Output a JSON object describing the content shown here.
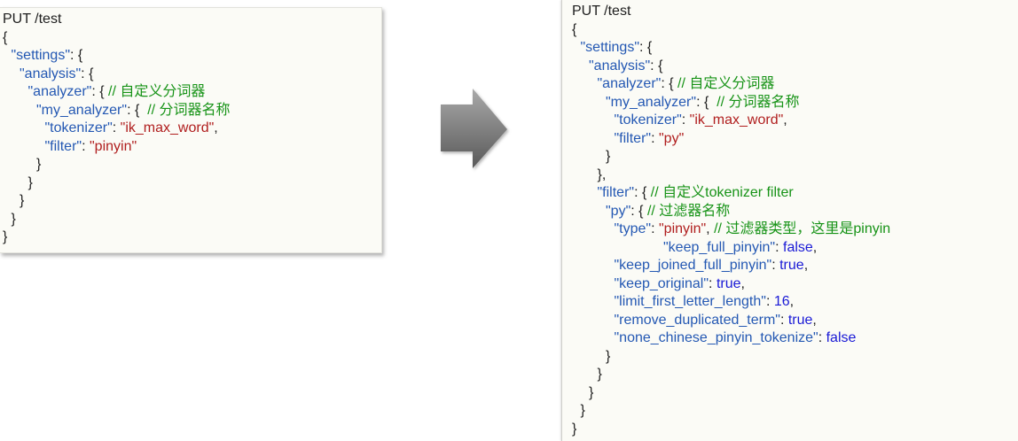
{
  "colors": {
    "text": "#1e1e1e",
    "key": "#2458b3",
    "string": "#b01e1e",
    "comment": "#179317",
    "literal": "#1a1ad6",
    "panel_background": "#fbfbf6",
    "arrow_top": "#a9a9a9",
    "arrow_bottom": "#595959"
  },
  "arrow": {
    "icon": "right-arrow-icon"
  },
  "original": {
    "lines": [
      [
        "PUT /test"
      ],
      [
        "{"
      ],
      [
        "\"settings\"",
        ": {"
      ],
      [
        "\"analysis\"",
        ": {"
      ],
      [
        "\"analyzer\"",
        ": { ",
        "// 自定义分词器"
      ],
      [
        "\"my_analyzer\"",
        ": {  ",
        "// 分词器名称"
      ],
      [
        "\"tokenizer\"",
        ": ",
        "\"ik_max_word\"",
        ","
      ],
      [
        "\"filter\"",
        ": ",
        "\"pinyin\""
      ],
      [
        "}"
      ],
      [
        "}"
      ],
      [
        "}"
      ],
      [
        "}"
      ],
      [
        "}"
      ]
    ]
  },
  "modified": {
    "lines": [
      [
        "PUT /test"
      ],
      [
        "{"
      ],
      [
        "\"settings\"",
        ": {"
      ],
      [
        "\"analysis\"",
        ": {"
      ],
      [
        "\"analyzer\"",
        ": { ",
        "// 自定义分词器"
      ],
      [
        "\"my_analyzer\"",
        ": {  ",
        "// 分词器名称"
      ],
      [
        "\"tokenizer\"",
        ": ",
        "\"ik_max_word\"",
        ","
      ],
      [
        "\"filter\"",
        ": ",
        "\"py\""
      ],
      [
        "}"
      ],
      [
        "},"
      ],
      [
        "\"filter\"",
        ": { ",
        "// 自定义tokenizer filter"
      ],
      [
        "\"py\"",
        ": { ",
        "// 过滤器名称"
      ],
      [
        "\"type\"",
        ": ",
        "\"pinyin\"",
        ", ",
        "// 过滤器类型，这里是pinyin"
      ],
      [
        "\"keep_full_pinyin\"",
        ": ",
        "false",
        ","
      ],
      [
        "\"keep_joined_full_pinyin\"",
        ": ",
        "true",
        ","
      ],
      [
        "\"keep_original\"",
        ": ",
        "true",
        ","
      ],
      [
        "\"limit_first_letter_length\"",
        ": ",
        "16",
        ","
      ],
      [
        "\"remove_duplicated_term\"",
        ": ",
        "true",
        ","
      ],
      [
        "\"none_chinese_pinyin_tokenize\"",
        ": ",
        "false"
      ],
      [
        "}"
      ],
      [
        "}"
      ],
      [
        "}"
      ],
      [
        "}"
      ],
      [
        "}"
      ]
    ]
  }
}
